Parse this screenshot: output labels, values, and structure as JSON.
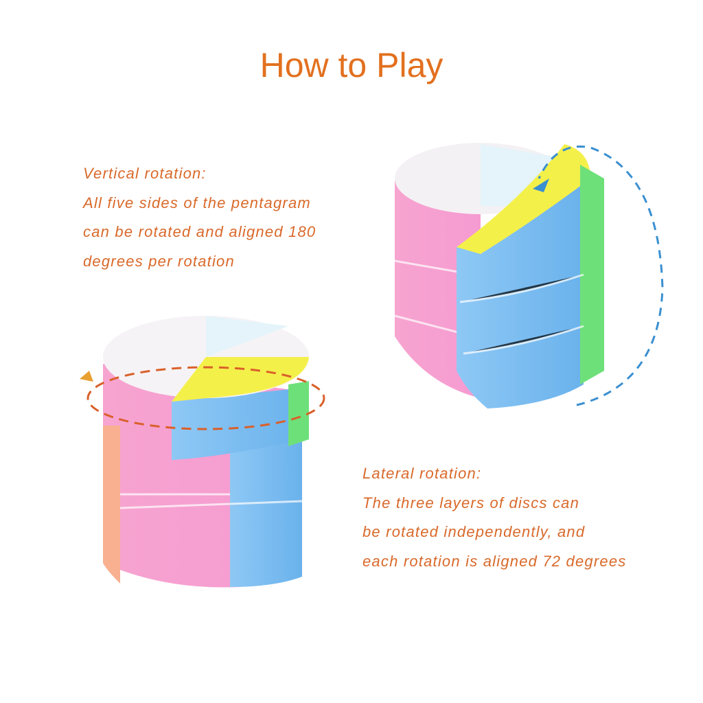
{
  "title": "How to Play",
  "vertical": {
    "heading": "Vertical rotation:",
    "lines": [
      "All five sides of the pentagram",
      "can be rotated and aligned 180",
      "degrees per rotation"
    ]
  },
  "lateral": {
    "heading": "Lateral rotation:",
    "lines": [
      "The three layers of discs can",
      "be rotated independently, and",
      "each rotation is aligned 72 degrees"
    ]
  },
  "colors": {
    "title": "#E2701F",
    "text": "#D9692A",
    "lateral_arrow": "#D9602A",
    "vertical_arrow": "#3A8FD0"
  }
}
